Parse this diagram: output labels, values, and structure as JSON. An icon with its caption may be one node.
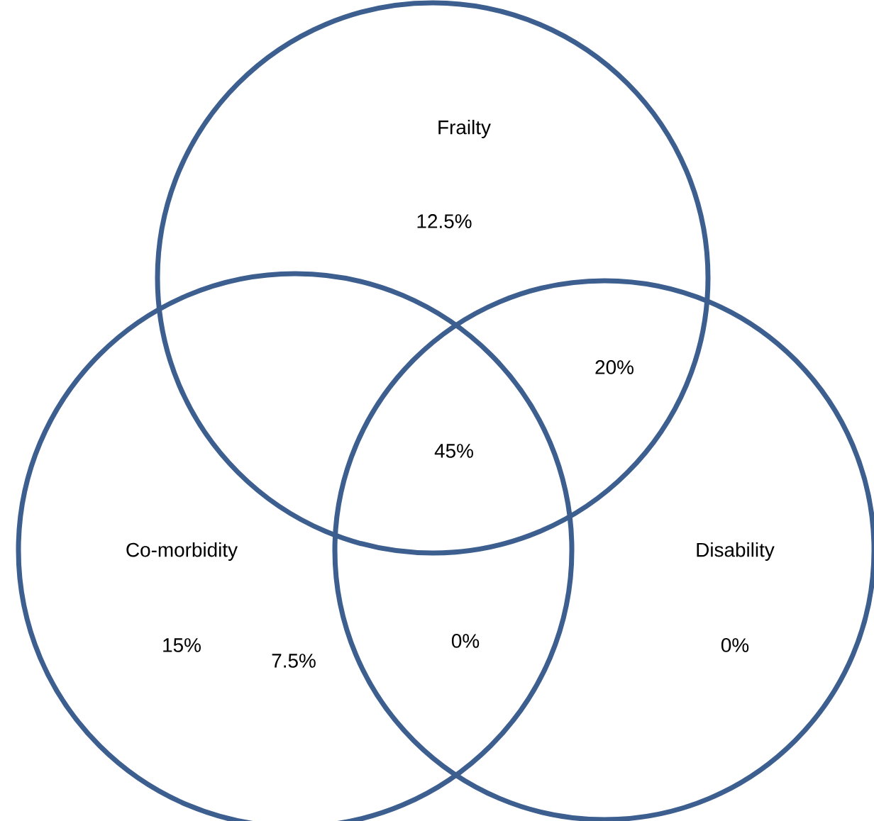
{
  "diagram": {
    "nodes": [
      {
        "text": [
          "Frailty",
          "12.5%"
        ]
      },
      {
        "text": [
          "Co-morbidity",
          "15%"
        ]
      },
      {
        "text": [
          "Disability",
          "0%"
        ]
      }
    ],
    "labels": [
      "20%",
      "45%",
      "7.5%",
      "0%"
    ]
  }
}
